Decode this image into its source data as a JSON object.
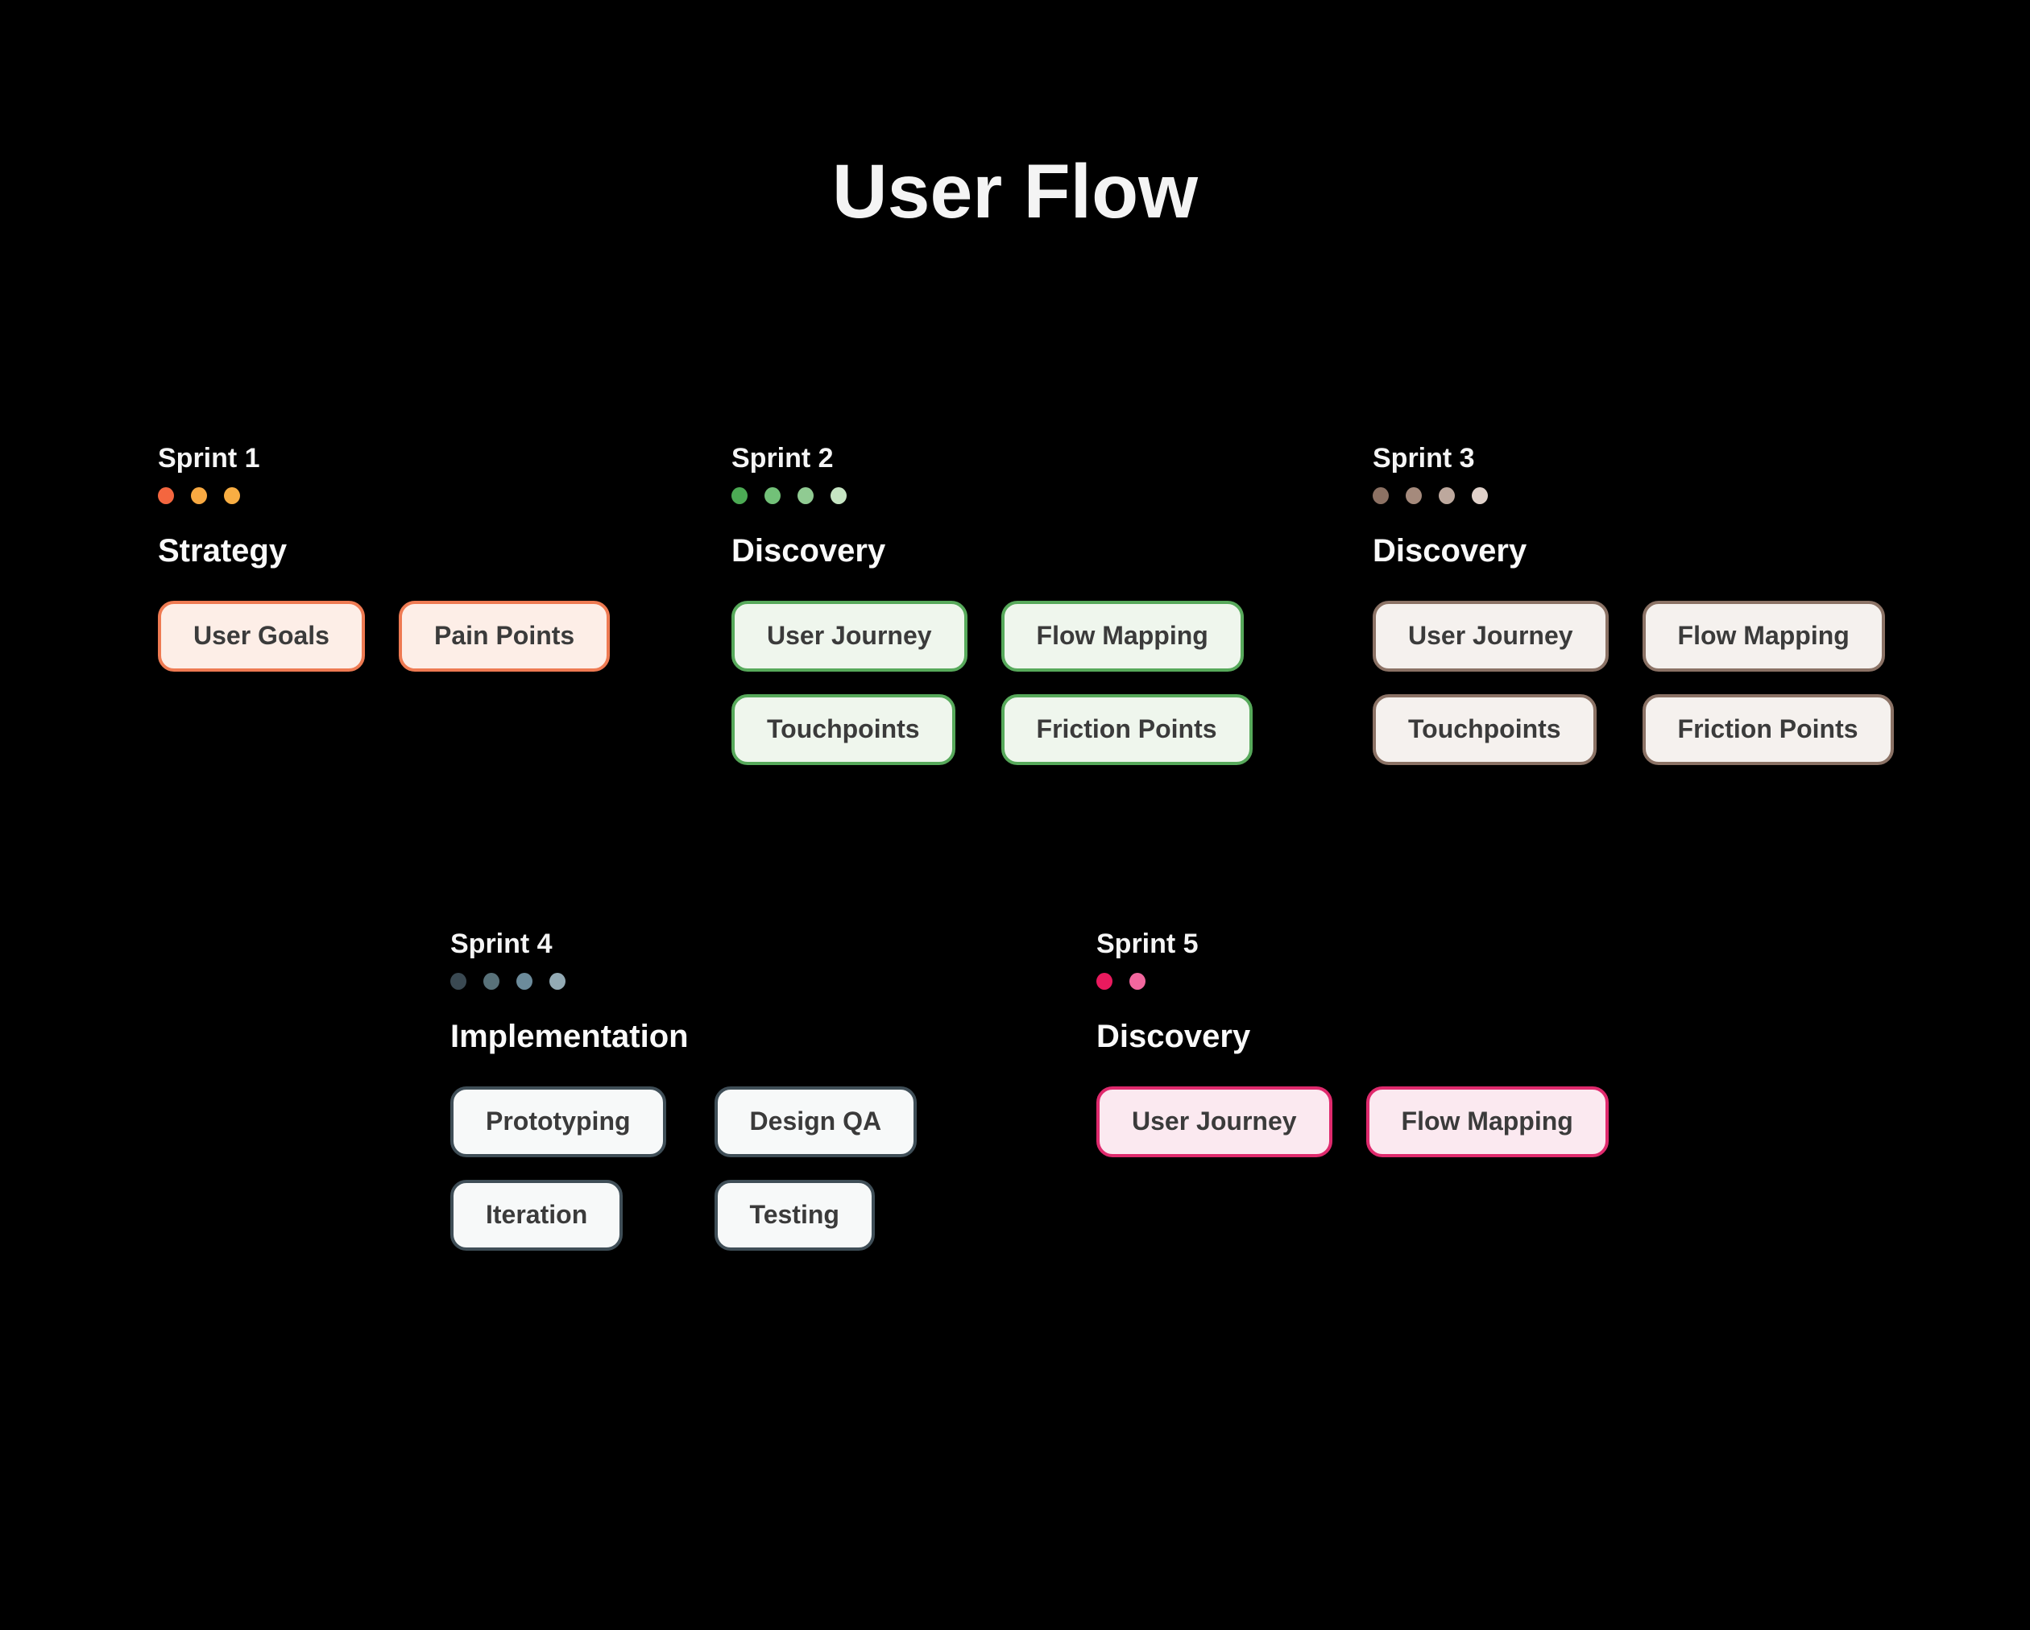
{
  "page": {
    "title": "User Flow",
    "background_color": "#000000",
    "heading_color": "#f5f5f5",
    "chip_text_color": "#3b3b3b"
  },
  "sprints": [
    {
      "label": "Sprint 1",
      "phase": "Strategy",
      "dot_colors": [
        "#f4663f",
        "#f8a942",
        "#f9ae43"
      ],
      "chip_bg": "#fdeee7",
      "chip_border": "#ee7a52",
      "chips": [
        "User Goals",
        "Pain Points"
      ]
    },
    {
      "label": "Sprint 2",
      "phase": "Discovery",
      "dot_colors": [
        "#4caa54",
        "#72c178",
        "#90cb92",
        "#c6e5c3"
      ],
      "chip_bg": "#eff6ed",
      "chip_border": "#57a95b",
      "chips": [
        "User Journey",
        "Flow Mapping",
        "Touchpoints",
        "Friction Points"
      ]
    },
    {
      "label": "Sprint 3",
      "phase": "Discovery",
      "dot_colors": [
        "#8c7163",
        "#a58a7c",
        "#bda89d",
        "#e0d1ca"
      ],
      "chip_bg": "#f5f1ee",
      "chip_border": "#8b7265",
      "chips": [
        "User Journey",
        "Flow Mapping",
        "Touchpoints",
        "Friction Points"
      ]
    },
    {
      "label": "Sprint 4",
      "phase": "Implementation",
      "dot_colors": [
        "#3a4952",
        "#587179",
        "#6c8b9b",
        "#93aab4"
      ],
      "chip_bg": "#f7f9f9",
      "chip_border": "#3f4e57",
      "chips": [
        "Prototyping",
        "Design QA",
        "Iteration",
        "Testing"
      ]
    },
    {
      "label": "Sprint 5",
      "phase": "Discovery",
      "dot_colors": [
        "#ea1a5e",
        "#f2679e"
      ],
      "chip_bg": "#fbe9f0",
      "chip_border": "#df2a6d",
      "chips": [
        "User Journey",
        "Flow Mapping"
      ]
    }
  ]
}
